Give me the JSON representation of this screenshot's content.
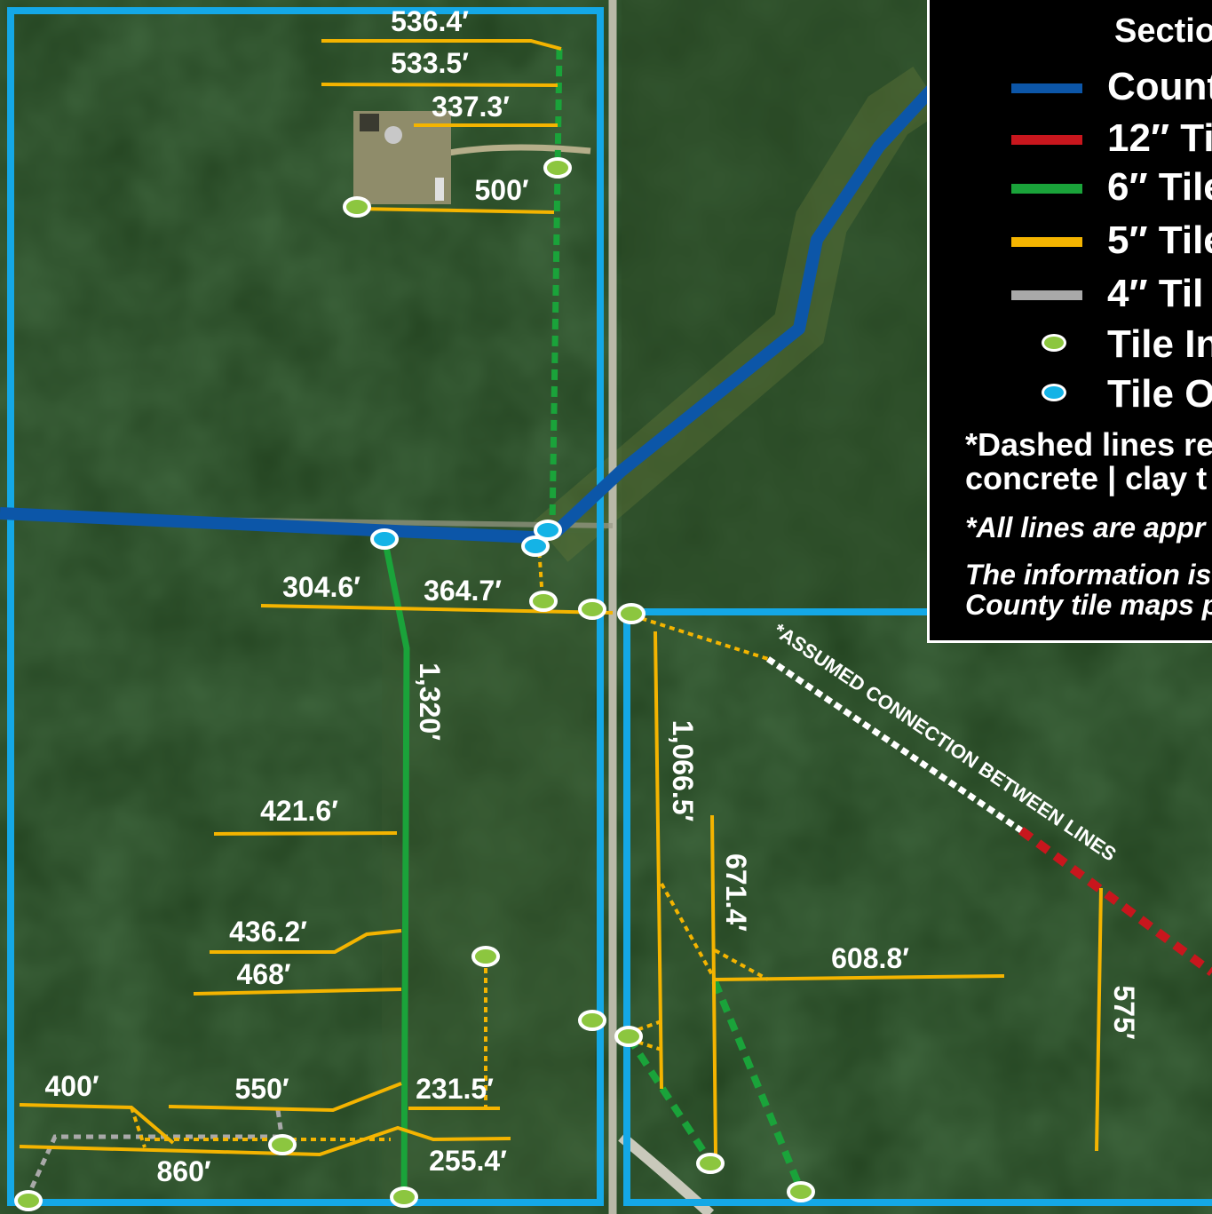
{
  "legend": {
    "title": "Sectio",
    "items": [
      {
        "label": "County",
        "kind": "line",
        "color": "#0c56a8"
      },
      {
        "label": "12″ Ti",
        "kind": "line",
        "color": "#c8161d"
      },
      {
        "label": "6″ Tile",
        "kind": "line",
        "color": "#1aa33a"
      },
      {
        "label": "5″ Tile",
        "kind": "line",
        "color": "#f4b400"
      },
      {
        "label": "4″ Til",
        "kind": "line",
        "color": "#a9a9a9"
      },
      {
        "label": "Tile In",
        "kind": "dot",
        "color": "#8cc63f"
      },
      {
        "label": "Tile O",
        "kind": "dot",
        "color": "#14b3e6"
      }
    ],
    "note_dashed_1": "*Dashed lines re",
    "note_dashed_2": "concrete | clay t",
    "note_approx": "*All lines are appr",
    "note_info_1": "The information is",
    "note_info_2": "County tile maps p"
  },
  "annotations": {
    "assumed_connection": "*ASSUMED CONNECTION BETWEEN LINES"
  },
  "lengths": {
    "l536_4": "536.4′",
    "l533_5": "533.5′",
    "l337_3": "337.3′",
    "l500": "500′",
    "l304_6": "304.6′",
    "l364_7": "364.7′",
    "l1320": "1,320′",
    "l421_6": "421.6′",
    "l436_2": "436.2′",
    "l468": "468′",
    "l400": "400′",
    "l550": "550′",
    "l231_5": "231.5′",
    "l860": "860′",
    "l255_4": "255.4′",
    "l1066_5": "1,066.5′",
    "l671_4": "671.4′",
    "l608_8": "608.8′",
    "l575": "575′"
  },
  "colors": {
    "boundary": "#14a8e6",
    "county": "#0c56a8",
    "tile12": "#c8161d",
    "tile6": "#1aa33a",
    "tile5": "#f4b400",
    "tile4": "#a9a9a9",
    "inlet": "#8cc63f",
    "outlet": "#14b3e6"
  }
}
